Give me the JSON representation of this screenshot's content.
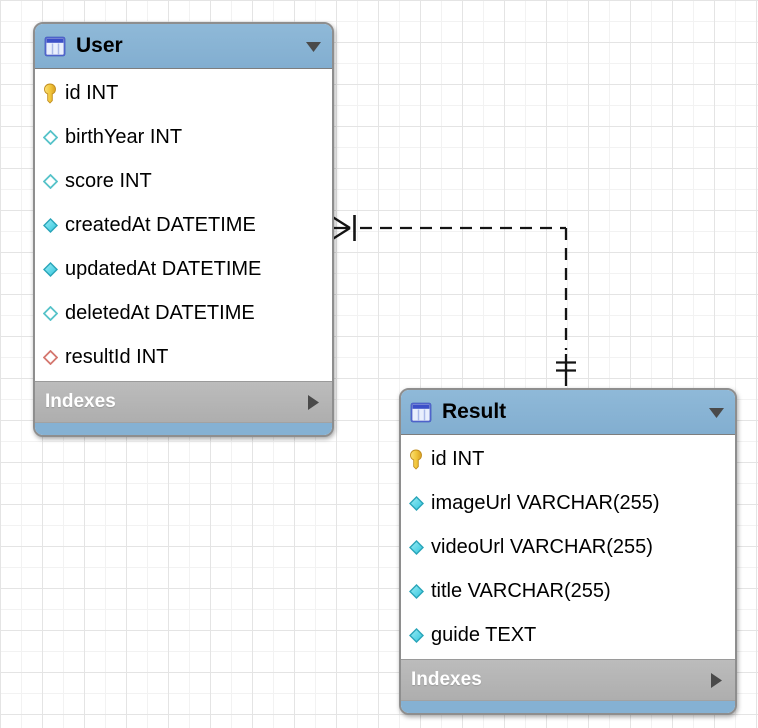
{
  "canvas": {
    "background": "#ffffff",
    "grid_minor_color": "#f2f2f2",
    "grid_major_color": "#e4e4e4"
  },
  "colors": {
    "header_blue": "#85b1d3",
    "footer_gray": "#b3b3b3",
    "table_border": "#8e8e8e",
    "line_color": "#141414",
    "key_yellow": "#f2c83d",
    "diamond_cyan": "#45c8d6",
    "diamond_red": "#d4766e"
  },
  "tables": [
    {
      "name": "User",
      "footer_label": "Indexes",
      "columns": [
        {
          "name": "id",
          "type": "INT",
          "icon": "primary-key"
        },
        {
          "name": "birthYear",
          "type": "INT",
          "icon": "nullable"
        },
        {
          "name": "score",
          "type": "INT",
          "icon": "nullable"
        },
        {
          "name": "createdAt",
          "type": "DATETIME",
          "icon": "not-null"
        },
        {
          "name": "updatedAt",
          "type": "DATETIME",
          "icon": "not-null"
        },
        {
          "name": "deletedAt",
          "type": "DATETIME",
          "icon": "nullable"
        },
        {
          "name": "resultId",
          "type": "INT",
          "icon": "foreign-key"
        }
      ]
    },
    {
      "name": "Result",
      "footer_label": "Indexes",
      "columns": [
        {
          "name": "id",
          "type": "INT",
          "icon": "primary-key"
        },
        {
          "name": "imageUrl",
          "type": "VARCHAR(255)",
          "icon": "not-null"
        },
        {
          "name": "videoUrl",
          "type": "VARCHAR(255)",
          "icon": "not-null"
        },
        {
          "name": "title",
          "type": "VARCHAR(255)",
          "icon": "not-null"
        },
        {
          "name": "guide",
          "type": "TEXT",
          "icon": "not-null"
        }
      ]
    }
  ],
  "relationship": {
    "style": "dashed",
    "user_end": "many",
    "result_end": "one"
  }
}
